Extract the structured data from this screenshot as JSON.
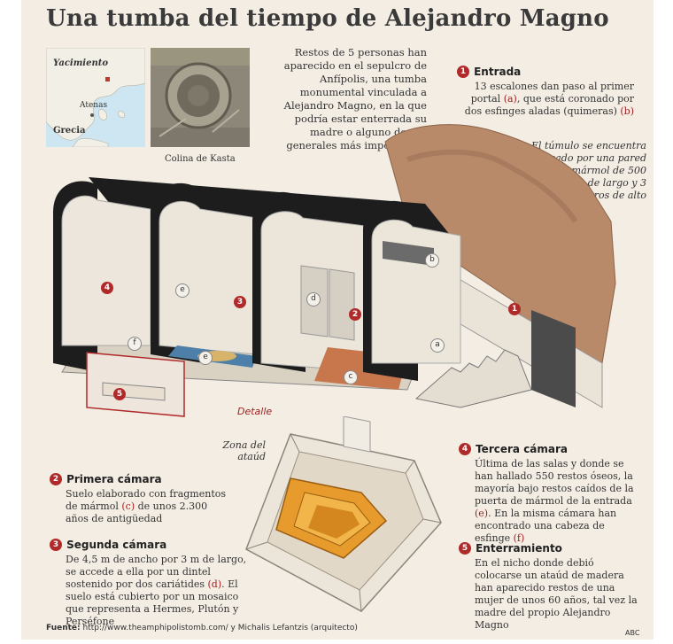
{
  "title": "Una tumba del tiempo de Alejandro Magno",
  "map": {
    "label_site": "Yacimiento",
    "label_city": "Atenas",
    "label_country": "Grecia",
    "water_color": "#cde6f2",
    "land_color": "#f1efe6",
    "site_color": "#c0392b"
  },
  "photo_caption": "Colina de Kasta",
  "intro": "Restos de 5 personas han aparecido en el sepulcro de Anfípolis, una tumba monumental vinculada a Alejandro Magno, en la que podría estar enterrada su madre o alguno de sus generales más importantes",
  "sections": {
    "entrada": {
      "number": "1",
      "title": "Entrada",
      "text_a": "13 escalones dan paso al primer portal ",
      "ref_a": "(a)",
      "text_b": ", que está coronado por dos esfinges aladas (quimeras) ",
      "ref_b": "(b)"
    },
    "primera": {
      "number": "2",
      "title": "Primera cámara",
      "text_a": "Suelo elaborado con fragmentos de mármol ",
      "ref": "(c)",
      "text_b": " de unos 2.300 años de antigüedad"
    },
    "segunda": {
      "number": "3",
      "title": "Segunda cámara",
      "text_a": "De 4,5 m de ancho por 3 m de largo, se accede a ella por un dintel sostenido por dos cariátides ",
      "ref": "(d)",
      "text_b": ". El suelo está cubierto por un mosaico que representa a Hermes, Plutón y Perséfone"
    },
    "tercera": {
      "number": "4",
      "title": "Tercera cámara",
      "text_a": "Última de las salas y donde se han hallado 550 restos óseos, la mayoría bajo restos caídos de la puerta de mármol de la entrada ",
      "ref_e": "(e)",
      "text_b": ". En la misma cámara han encontrado una cabeza de esfinge ",
      "ref_f": "(f)"
    },
    "enterramiento": {
      "number": "5",
      "title": "Enterramiento",
      "text": "En el nicho donde debió colocarse un ataúd de madera han aparecido restos de una mujer de unos 60 años, tal vez la madre del propio Alejandro Magno"
    }
  },
  "tumulo_note": "El túmulo se encuentra rodeado por una pared de mármol de 500 metros de largo y 3 metros de alto",
  "scene_markers": [
    "4",
    "3",
    "2",
    "1",
    "5"
  ],
  "scene_letters": [
    "a",
    "b",
    "c",
    "d",
    "e",
    "e",
    "f"
  ],
  "detalle_label": "Detalle",
  "zona_label": "Zona del ataúd",
  "fuente_prefix": "Fuente:",
  "fuente_text": " http://www.theamphipolistomb.com/ y Michalis Lefantzis (arquitecto)",
  "credit": "ABC",
  "colors": {
    "accent": "#b02a2a",
    "background": "#f3ede4",
    "wall": "#e8e1d6",
    "roof": "#1d1d1d",
    "mound": "#b88a6a",
    "coffin": "#e79b2c"
  }
}
